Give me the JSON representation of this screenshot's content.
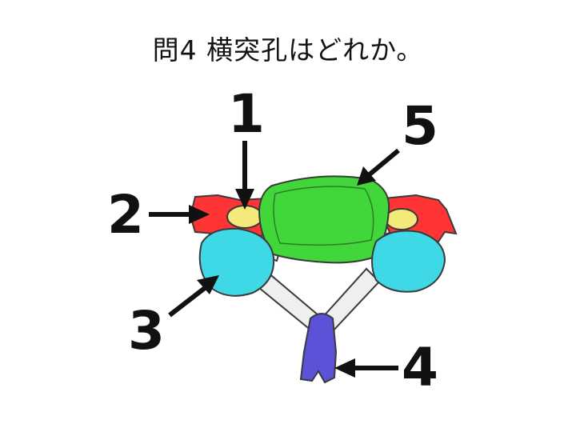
{
  "title": "問4 横突孔はどれか。",
  "labels": {
    "one": "1",
    "two": "2",
    "three": "3",
    "four": "4",
    "five": "5"
  },
  "colors": {
    "vertebral_body": "#41d63a",
    "transverse_foramen": "#f4ea7a",
    "transverse_process": "#ff3535",
    "articular_process": "#3fd8e6",
    "spinous_process": "#5b52d8",
    "lamina": "#eeeeee"
  }
}
